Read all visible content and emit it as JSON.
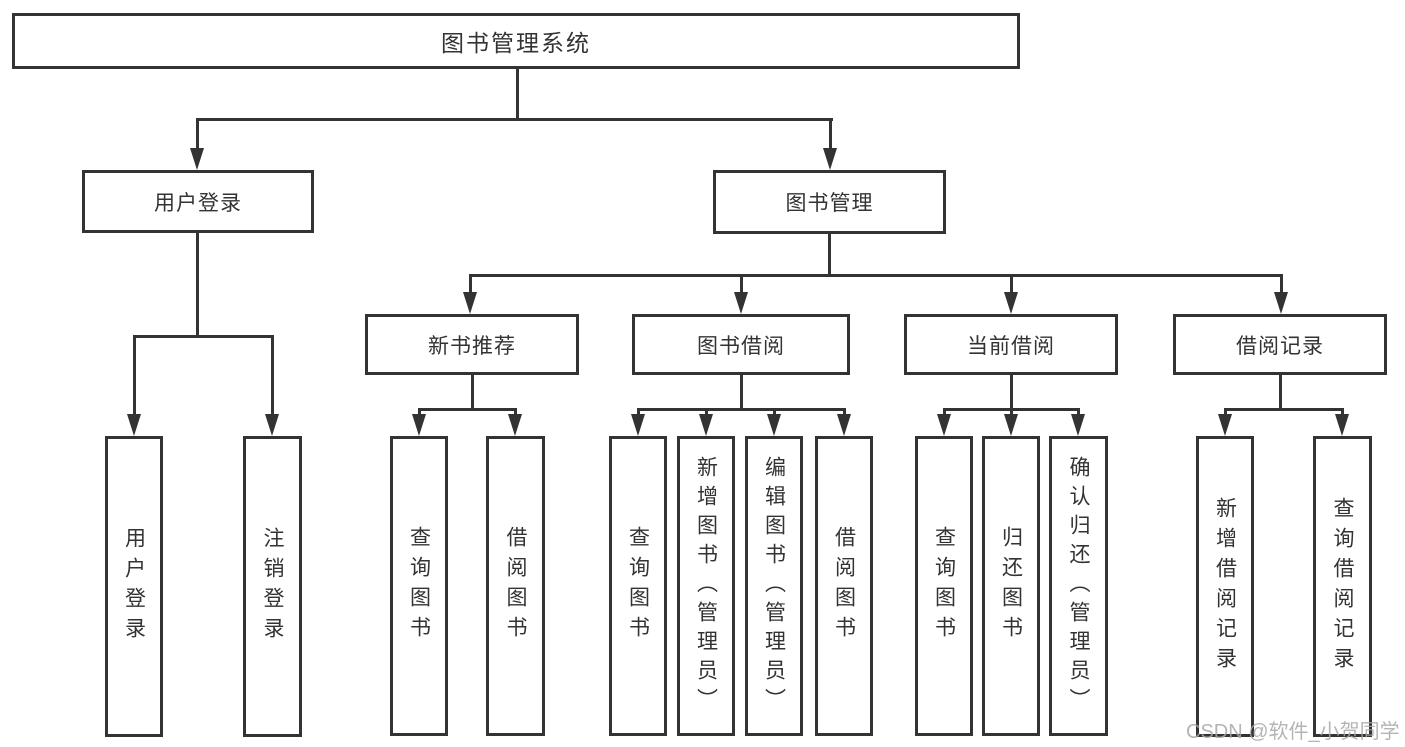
{
  "nodes": {
    "root": "图书管理系统",
    "userLoginBranch": "用户登录",
    "bookManagement": "图书管理",
    "userLogin": "用户登录",
    "logoutLogin": "注销登录",
    "newBookRecommend": "新书推荐",
    "bookBorrowing": "图书借阅",
    "currentBorrowing": "当前借阅",
    "borrowingRecords": "借阅记录",
    "queryBooksA": "查询图书",
    "borrowBooksA": "借阅图书",
    "queryBooksB": "查询图书",
    "addBooksAdmin": "新增图书（管理员）",
    "editBooksAdmin": "编辑图书（管理员）",
    "borrowBooksB": "借阅图书",
    "queryBooksC": "查询图书",
    "returnBooks": "归还图书",
    "confirmReturnAdmin": "确认归还（管理员）",
    "addBorrowRecord": "新增借阅记录",
    "queryBorrowRecord": "查询借阅记录"
  },
  "hierarchy": {
    "图书管理系统": {
      "用户登录": [
        "用户登录",
        "注销登录"
      ],
      "图书管理": {
        "新书推荐": [
          "查询图书",
          "借阅图书"
        ],
        "图书借阅": [
          "查询图书",
          "新增图书（管理员）",
          "编辑图书（管理员）",
          "借阅图书"
        ],
        "当前借阅": [
          "查询图书",
          "归还图书",
          "确认归还（管理员）"
        ],
        "借阅记录": [
          "新增借阅记录",
          "查询借阅记录"
        ]
      }
    }
  },
  "watermark": "CSDN @软件_小贺同学",
  "colors": {
    "line": "#333333",
    "text": "#333333",
    "background": "#ffffff",
    "watermark": "#a8a8a8"
  }
}
